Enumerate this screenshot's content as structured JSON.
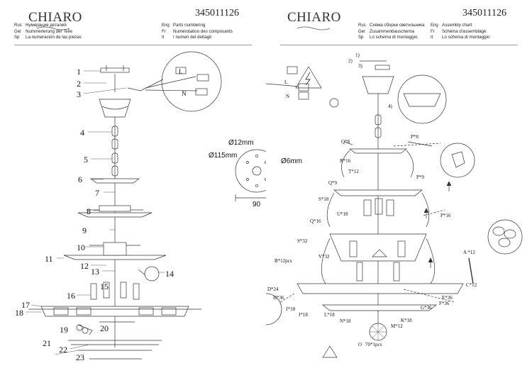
{
  "brand": "CHIARO",
  "product_code": "345011126",
  "left_header": [
    {
      "abbr": "Rus",
      "text": "Нумерация деталей"
    },
    {
      "abbr": "Ger",
      "text": "Nummerierung der Teile"
    },
    {
      "abbr": "Sp",
      "text": "La numeración de las piezas"
    }
  ],
  "left_header2": [
    {
      "abbr": "Eng",
      "text": "Parts numbering"
    },
    {
      "abbr": "Fr",
      "text": "Numérotation des composants"
    },
    {
      "abbr": "It",
      "text": "I numeri del dettagli"
    }
  ],
  "right_header": [
    {
      "abbr": "Rus",
      "text": "Схема сборки светильника"
    },
    {
      "abbr": "Ger",
      "text": "Zusammenbauschema"
    },
    {
      "abbr": "Sp",
      "text": "Lo schema di montaggio"
    }
  ],
  "right_header2": [
    {
      "abbr": "Eng",
      "text": "Assembly chart"
    },
    {
      "abbr": "Fr",
      "text": "Schéma d'assemblage"
    },
    {
      "abbr": "It",
      "text": "Lo schema di montaggio"
    }
  ],
  "wiring": {
    "l": "L",
    "n": "N"
  },
  "dimensions": {
    "d1": "Ø12mm",
    "d2": "Ø115mm",
    "d3": "Ø6mm",
    "w": "90"
  },
  "part_numbers": [
    "1",
    "2",
    "3",
    "4",
    "5",
    "6",
    "7",
    "8",
    "9",
    "10",
    "11",
    "12",
    "13",
    "14",
    "15",
    "16",
    "17",
    "18",
    "19",
    "20",
    "21",
    "22",
    "23"
  ],
  "assembly_labels": {
    "l1": "1)",
    "l2": "2)",
    "l3": "3)",
    "l4": "4)",
    "q8": "Q*8",
    "p8": "P*8",
    "r16": "R*16",
    "t12": "T*12",
    "q9": "Q*9",
    "p9": "P*9",
    "s18": "S*18",
    "u18": "U*18",
    "p16": "P*16",
    "q16": "Q*16",
    "s32": "S*32",
    "v32": "V*32",
    "a12": "A *12",
    "b12": "B*12pcs",
    "c12": "C*12",
    "d24": "D*24",
    "e36": "E*36",
    "f36": "F*36",
    "g36": "G*36",
    "h36": "H*36",
    "i18": "I*18",
    "j18": "J*18",
    "k18": "K*18",
    "l18": "L*18",
    "m12": "M*12",
    "n18": "N*18",
    "o70": "70*1pcs",
    "o": "O"
  }
}
